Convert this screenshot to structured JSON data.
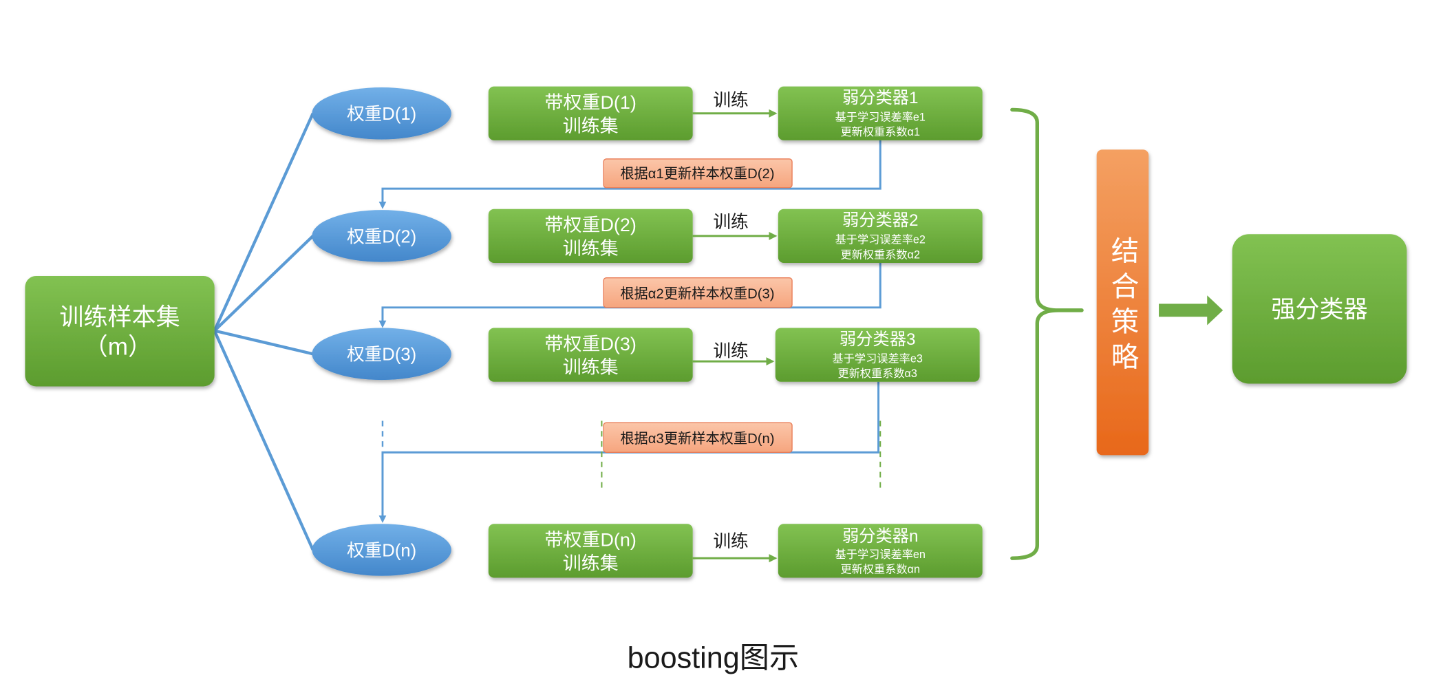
{
  "caption": "boosting图示",
  "training_set": {
    "line1": "训练样本集",
    "line2": "（m）"
  },
  "rows": [
    {
      "weight": "权重D(1)",
      "set_line1": "带权重D(1)",
      "set_line2": "训练集",
      "train_label": "训练",
      "classifier_title": "弱分类器1",
      "classifier_error": "基于学习误差率e1",
      "classifier_alpha": "更新权重系数α1"
    },
    {
      "weight": "权重D(2)",
      "set_line1": "带权重D(2)",
      "set_line2": "训练集",
      "train_label": "训练",
      "classifier_title": "弱分类器2",
      "classifier_error": "基于学习误差率e2",
      "classifier_alpha": "更新权重系数α2"
    },
    {
      "weight": "权重D(3)",
      "set_line1": "带权重D(3)",
      "set_line2": "训练集",
      "train_label": "训练",
      "classifier_title": "弱分类器3",
      "classifier_error": "基于学习误差率e3",
      "classifier_alpha": "更新权重系数α3"
    },
    {
      "weight": "权重D(n)",
      "set_line1": "带权重D(n)",
      "set_line2": "训练集",
      "train_label": "训练",
      "classifier_title": "弱分类器n",
      "classifier_error": "基于学习误差率en",
      "classifier_alpha": "更新权重系数αn"
    }
  ],
  "updates": [
    "根据α1更新样本权重D(2)",
    "根据α2更新样本权重D(3)",
    "根据α3更新样本权重D(n)"
  ],
  "combine_strategy": "结合策略",
  "strong_classifier": "强分类器",
  "colors": {
    "green": "#70ad47",
    "blue": "#5b9bd5",
    "orange": "#ed7d31",
    "salmon": "#f8b898"
  }
}
